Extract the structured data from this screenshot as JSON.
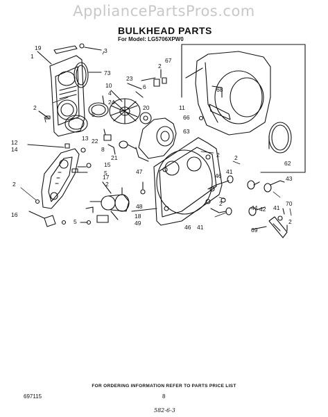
{
  "watermark": "AppliancePartsPros.com",
  "header": {
    "title": "BULKHEAD PARTS",
    "model": "For Model: LG5706XPW0"
  },
  "footer": {
    "ordering_note": "FOR ORDERING INFORMATION REFER TO PARTS PRICE LIST",
    "document_number": "697115",
    "page_number": "8",
    "handwritten_mark": "582-6-3"
  },
  "callouts": {
    "c1": "1",
    "c2a": "2",
    "c2b": "2",
    "c2c": "2",
    "c2d": "2",
    "c2e": "2",
    "c2f": "2",
    "c2g": "2",
    "c2h": "2",
    "c3": "3",
    "c4": "4",
    "c5": "5",
    "c6": "6",
    "c8": "8",
    "c10": "10",
    "c11": "11",
    "c12": "12",
    "c13": "13",
    "c14": "14",
    "c15": "15",
    "c16": "16",
    "c17": "17",
    "c18": "18",
    "c19": "19",
    "c20": "20",
    "c21": "21",
    "c22": "22",
    "c23": "23",
    "c24": "24",
    "c41a": "41",
    "c41b": "41",
    "c41c": "41",
    "c42": "42",
    "c43": "43",
    "c44": "44",
    "c46a": "46",
    "c46b": "46",
    "c47": "47",
    "c48": "48",
    "c49": "49",
    "c62": "62",
    "c63": "63",
    "c66": "66",
    "c67": "67",
    "c68": "68",
    "c69": "69",
    "c70": "70",
    "c73": "73"
  }
}
